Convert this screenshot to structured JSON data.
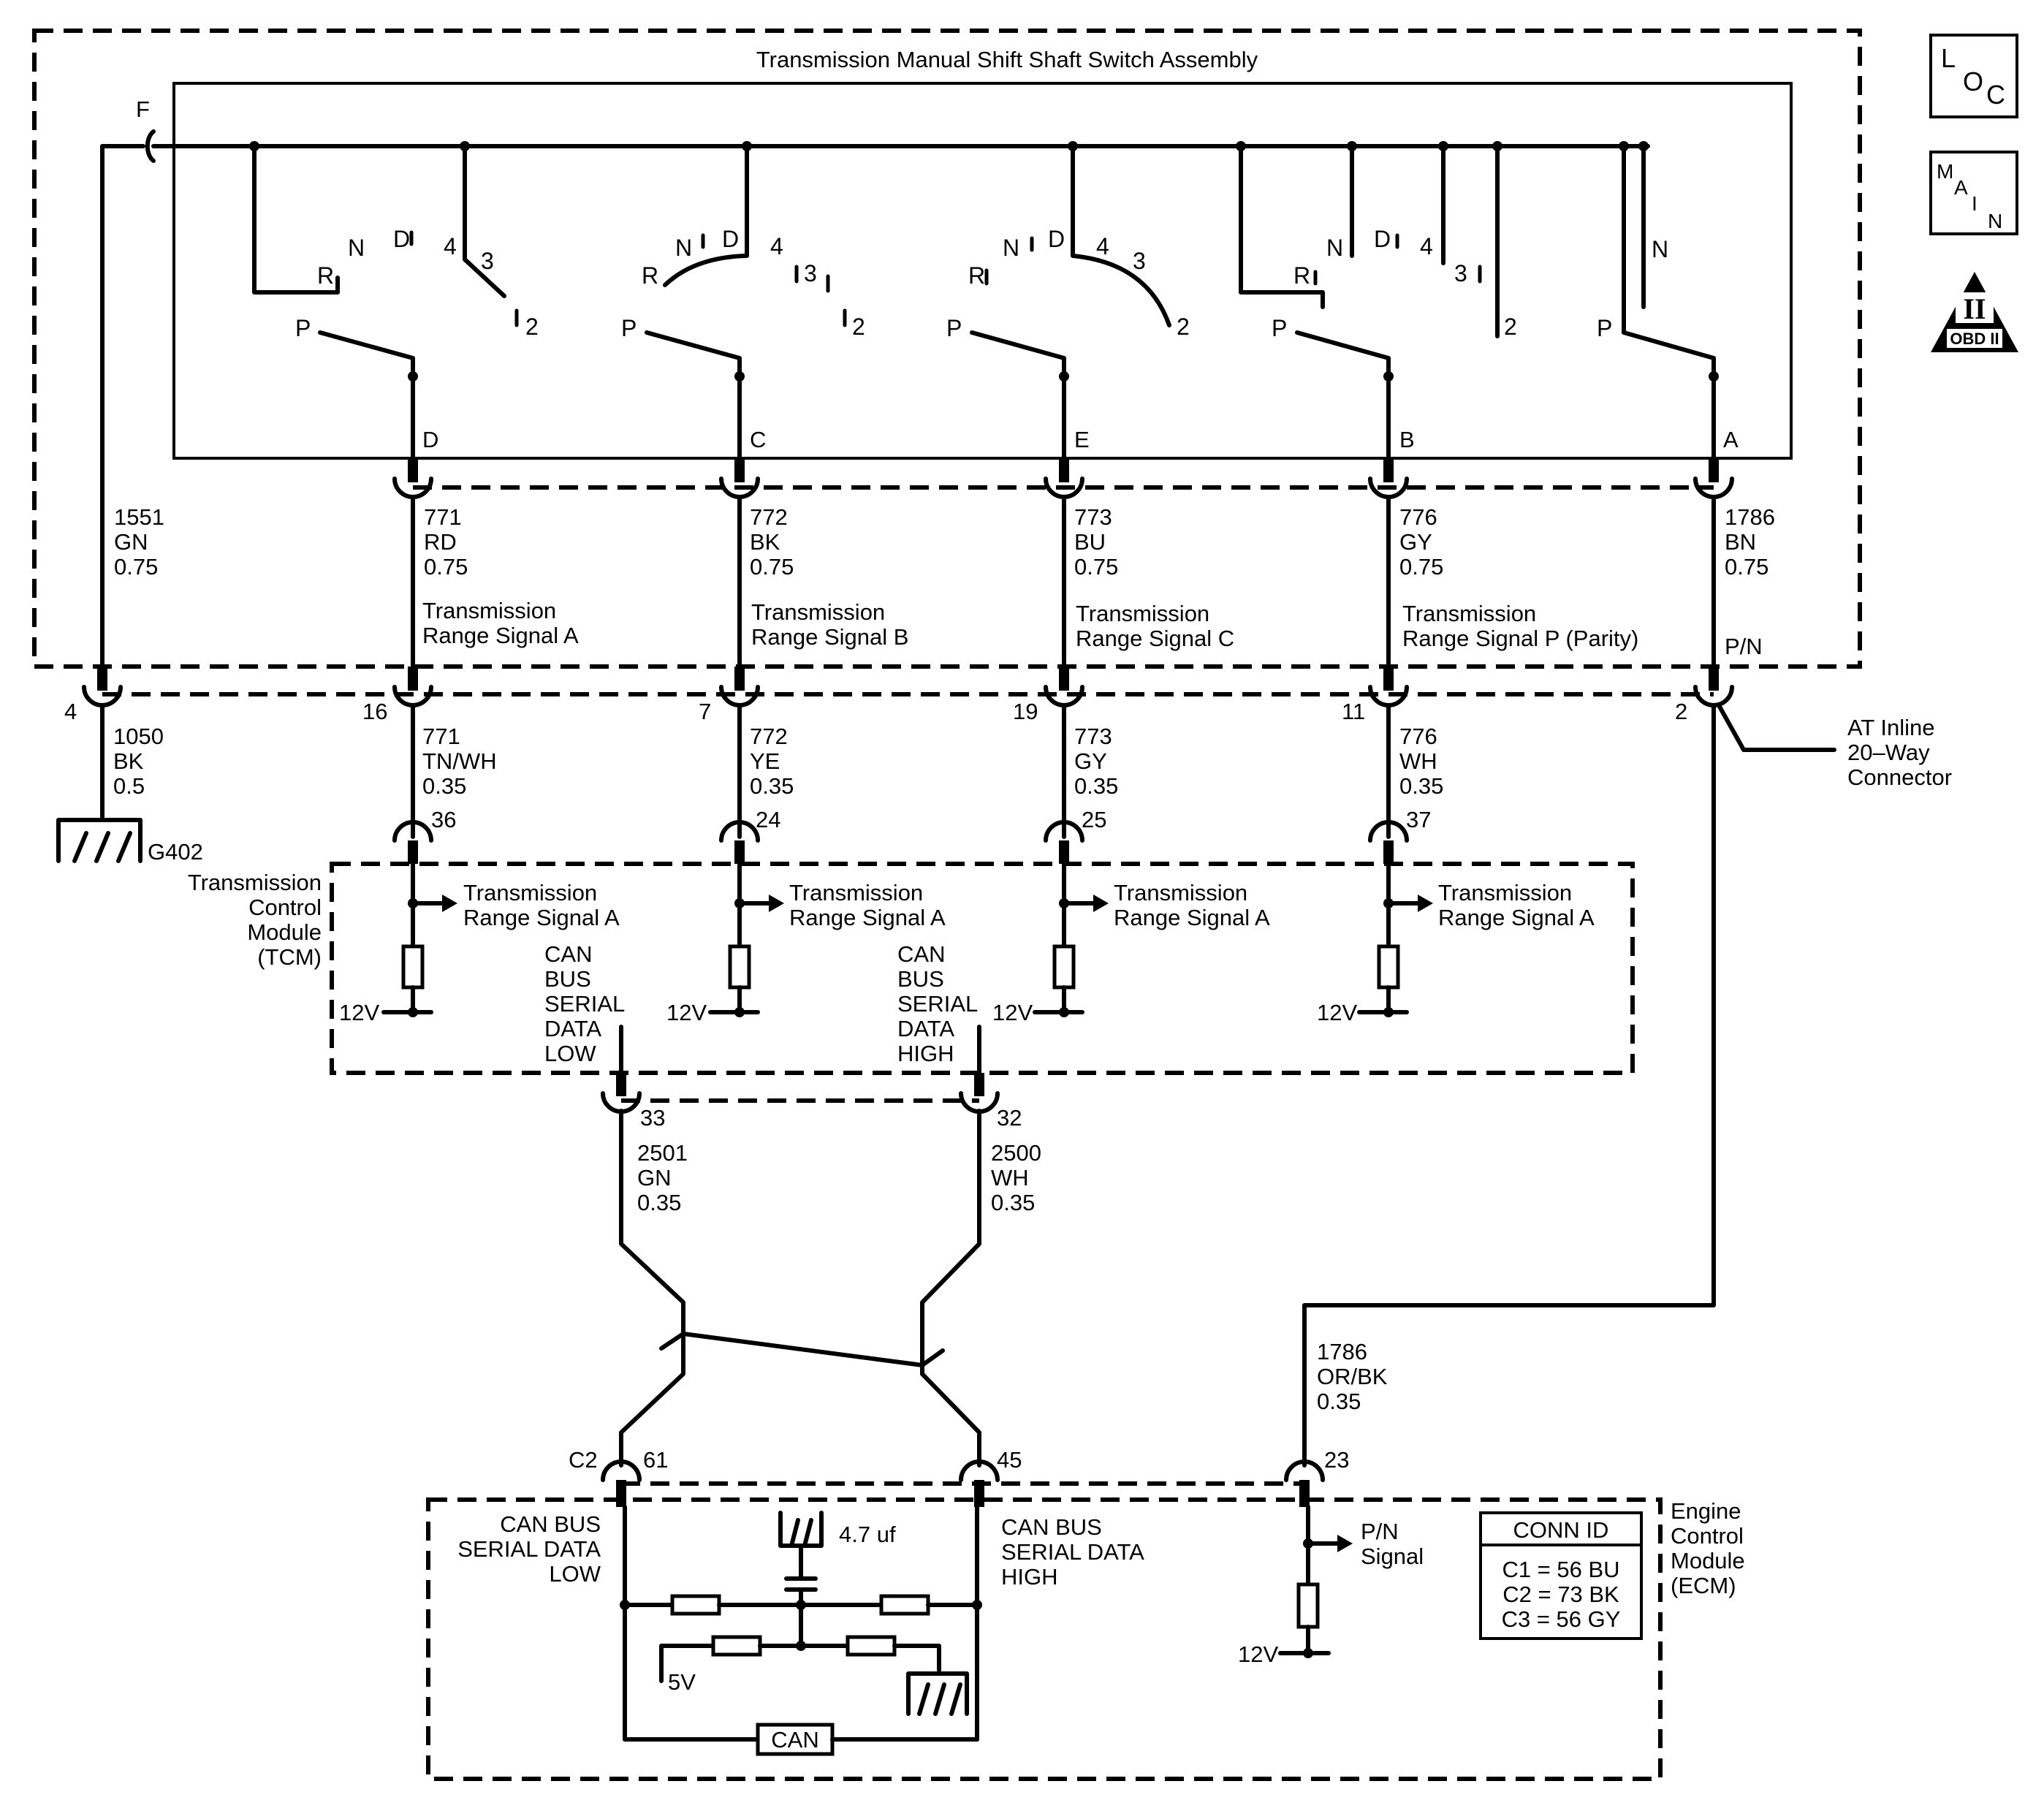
{
  "switch_assembly": {
    "title": "Transmission Manual Shift Shaft Switch Assembly",
    "pin_f": "F",
    "switches": [
      {
        "pin": "D",
        "pos": [
          "P",
          "R",
          "N",
          "D",
          "4",
          "3",
          "2"
        ]
      },
      {
        "pin": "C",
        "pos": [
          "P",
          "R",
          "N",
          "D",
          "4",
          "3",
          "2"
        ]
      },
      {
        "pin": "E",
        "pos": [
          "P",
          "R",
          "N",
          "D",
          "4",
          "3",
          "2"
        ]
      },
      {
        "pin": "B",
        "pos": [
          "P",
          "R",
          "N",
          "D",
          "4",
          "3",
          "2"
        ]
      },
      {
        "pin": "A",
        "pos": [
          "P",
          "N"
        ]
      }
    ]
  },
  "assembly_wires": [
    {
      "circuit": "1551",
      "color": "GN",
      "gauge": "0.75",
      "label1": "",
      "label2": ""
    },
    {
      "circuit": "771",
      "color": "RD",
      "gauge": "0.75",
      "label1": "Transmission",
      "label2": "Range Signal A"
    },
    {
      "circuit": "772",
      "color": "BK",
      "gauge": "0.75",
      "label1": "Transmission",
      "label2": "Range Signal B"
    },
    {
      "circuit": "773",
      "color": "BU",
      "gauge": "0.75",
      "label1": "Transmission",
      "label2": "Range Signal C"
    },
    {
      "circuit": "776",
      "color": "GY",
      "gauge": "0.75",
      "label1": "Transmission",
      "label2": "Range Signal P (Parity)"
    },
    {
      "circuit": "1786",
      "color": "BN",
      "gauge": "0.75",
      "label1": "P/N",
      "label2": ""
    }
  ],
  "inline_connector": {
    "label": [
      "AT Inline",
      "20–Way",
      "Connector"
    ],
    "pins": [
      "4",
      "16",
      "7",
      "19",
      "11",
      "2"
    ]
  },
  "harness_wires": [
    {
      "circuit": "1050",
      "color": "BK",
      "gauge": "0.5"
    },
    {
      "circuit": "771",
      "color": "TN/WH",
      "gauge": "0.35"
    },
    {
      "circuit": "772",
      "color": "YE",
      "gauge": "0.35"
    },
    {
      "circuit": "773",
      "color": "GY",
      "gauge": "0.35"
    },
    {
      "circuit": "776",
      "color": "WH",
      "gauge": "0.35"
    }
  ],
  "ground": {
    "label": "G402"
  },
  "tcm": {
    "label": [
      "Transmission",
      "Control",
      "Module",
      "(TCM)"
    ],
    "pins": [
      "36",
      "24",
      "25",
      "37"
    ],
    "signal_line1": "Transmission",
    "signal_line2": "Range Signal A",
    "supply": "12V",
    "can_low": [
      "CAN",
      "BUS",
      "SERIAL",
      "DATA",
      "LOW"
    ],
    "can_high": [
      "CAN",
      "BUS",
      "SERIAL",
      "DATA",
      "HIGH"
    ],
    "can_low_pin": "33",
    "can_high_pin": "32"
  },
  "can_wires": [
    {
      "circuit": "2501",
      "color": "GN",
      "gauge": "0.35"
    },
    {
      "circuit": "2500",
      "color": "WH",
      "gauge": "0.35"
    }
  ],
  "pn_wire": {
    "circuit": "1786",
    "color": "OR/BK",
    "gauge": "0.35"
  },
  "ecm": {
    "label": [
      "Engine",
      "Control",
      "Module",
      "(ECM)"
    ],
    "connector": "C2",
    "pins": [
      "61",
      "45",
      "23"
    ],
    "can_low": [
      "CAN BUS",
      "SERIAL DATA",
      "LOW"
    ],
    "can_high": [
      "CAN BUS",
      "SERIAL DATA",
      "HIGH"
    ],
    "capacitor": "4.7 uf",
    "v5": "5V",
    "can_box": "CAN",
    "pn_signal": [
      "P/N",
      "Signal"
    ],
    "supply": "12V",
    "conn_id": {
      "title": "CONN ID",
      "rows": [
        "C1 = 56 BU",
        "C2 = 73 BK",
        "C3 = 56 GY"
      ]
    }
  },
  "icons": {
    "loc": [
      "L",
      "O",
      "C"
    ],
    "main": [
      "M",
      "A",
      "I",
      "N"
    ],
    "obd": [
      "II",
      "OBD II"
    ]
  }
}
